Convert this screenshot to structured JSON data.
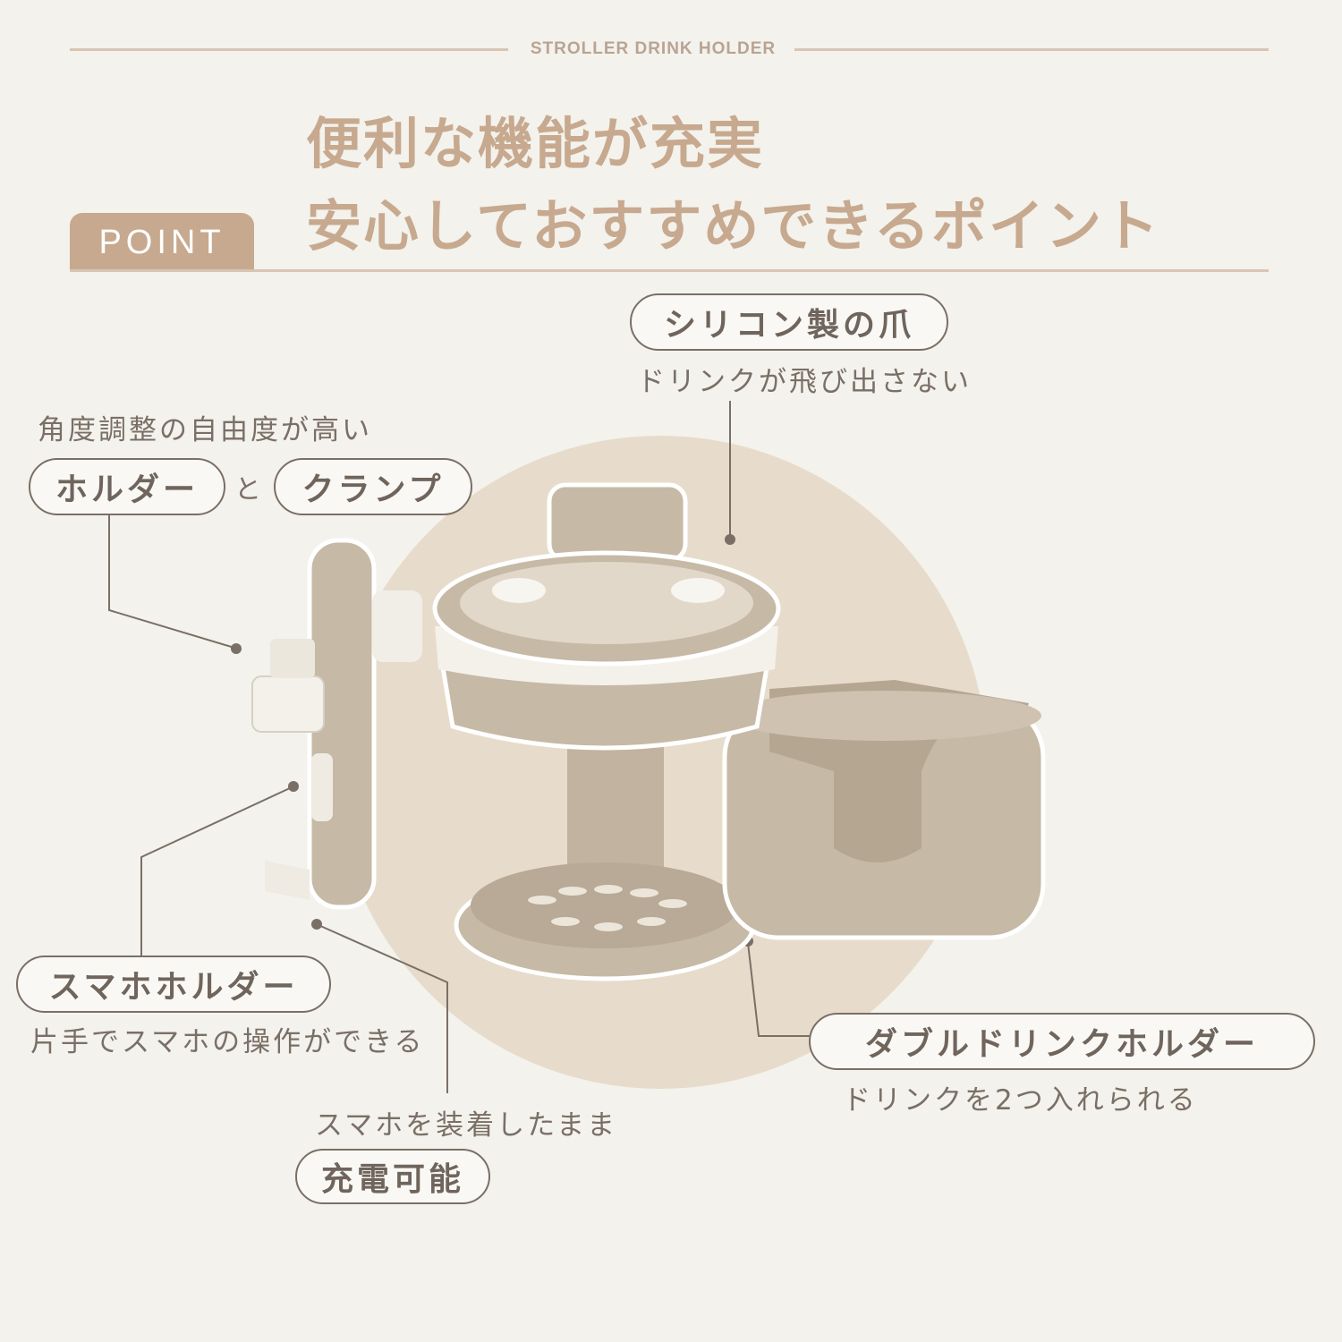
{
  "header": {
    "brand": "STROLLER DRINK HOLDER",
    "headline_line1": "便利な機能が充実",
    "headline_line2": "安心しておすすめできるポイント",
    "point_tab": "POINT"
  },
  "features": {
    "silicone": {
      "title": "シリコン製の爪",
      "sub": "ドリンクが飛び出さない"
    },
    "angle": {
      "sub": "角度調整の自由度が高い",
      "pill_holder": "ホルダー",
      "connector": "と",
      "pill_clamp": "クランプ"
    },
    "phone_holder": {
      "title": "スマホホルダー",
      "sub": "片手でスマホの操作ができる"
    },
    "charging": {
      "sub": "スマホを装着したまま",
      "title": "充電可能"
    },
    "double": {
      "title": "ダブルドリンクホルダー",
      "sub": "ドリンクを2つ入れられる"
    }
  },
  "colors": {
    "background": "#f3f2ec",
    "accent": "#c7a98f",
    "circle": "#e7dccb",
    "product": "#c6b9a6",
    "product_dark": "#a99a86",
    "text": "#7a6f66"
  }
}
